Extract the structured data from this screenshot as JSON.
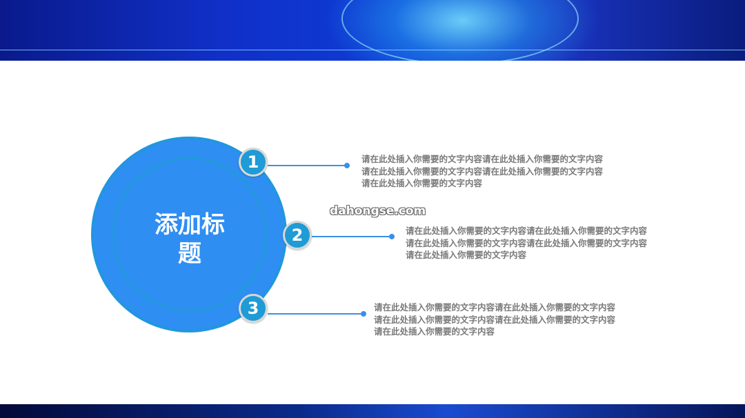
{
  "title": "添加标题",
  "title_lines": [
    "添加标",
    "题"
  ],
  "watermark": "dahongse.com",
  "items": [
    {
      "number": "1",
      "lines": [
        "请在此处插入你需要的文字内容请在此处插入你需要的文字内容",
        "请在此处插入你需要的文字内容请在此处插入你需要的文字内容",
        "请在此处插入你需要的文字内容"
      ]
    },
    {
      "number": "2",
      "lines": [
        "请在此处插入你需要的文字内容请在此处插入你需要的文字内容",
        "请在此处插入你需要的文字内容请在此处插入你需要的文字内容",
        "请在此处插入你需要的文字内容"
      ]
    },
    {
      "number": "3",
      "lines": [
        "请在此处插入你需要的文字内容请在此处插入你需要的文字内容",
        "请在此处插入你需要的文字内容请在此处插入你需要的文字内容",
        "请在此处插入你需要的文字内容"
      ]
    }
  ],
  "colors": {
    "circle": "#2f8ef2",
    "badge": "#1f9bd5",
    "connector": "#3a8fe6",
    "text": "#7a7a7a"
  }
}
